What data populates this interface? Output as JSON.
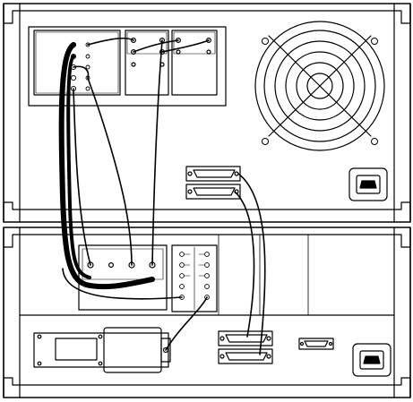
{
  "figure": {
    "kind": "line-art",
    "stroke_color": "#000000",
    "background_color": "#ffffff",
    "units": [
      {
        "name": "upper-instrument-rear-panel",
        "parts": [
          "left-connector-panel",
          "middle-connector-panel",
          "right-connector-panel",
          "cooling-fan",
          "power-inlet",
          "dsub-connector-upper",
          "dsub-connector-lower"
        ]
      },
      {
        "name": "lower-instrument-rear-panel",
        "parts": [
          "port-panel",
          "bnc-panel",
          "power-module",
          "dsub-connector-a",
          "dsub-connector-b",
          "small-dsub-connector",
          "power-inlet"
        ]
      }
    ],
    "cables": [
      "thick-harness",
      "coax-cable-1",
      "coax-cable-2",
      "coax-cable-3",
      "coax-cable-4",
      "ribbon-cable-1",
      "ribbon-cable-2",
      "short-jumper"
    ]
  }
}
